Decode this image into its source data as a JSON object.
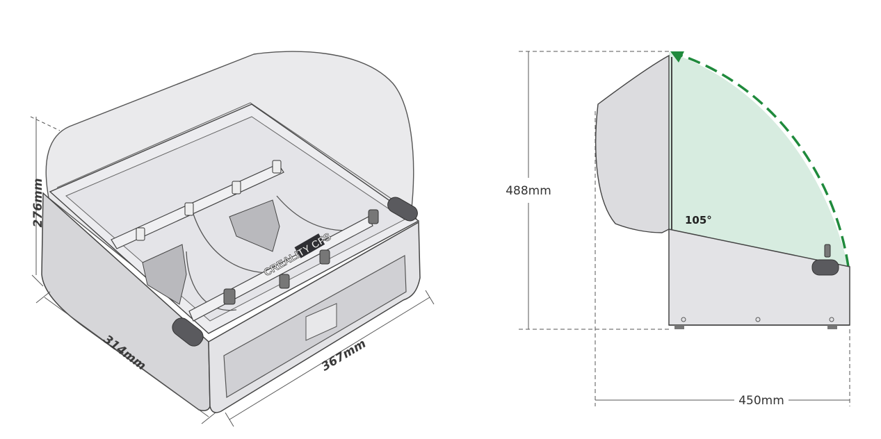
{
  "dimensions": {
    "height_iso": "276mm",
    "depth_iso": "314mm",
    "width_iso": "367mm",
    "lid_open_height": "488mm",
    "lid_open_depth": "450mm",
    "lid_angle": "105°"
  },
  "brand_mark": "CREALITY CFS",
  "colors": {
    "line": "#3c3c3c",
    "dim_line": "#555555",
    "body_fill": "#e1e1e3",
    "lid_fill": "#dcdcdf",
    "arc_fill": "#d7ece0",
    "arc_stroke": "#1f8a3c"
  }
}
